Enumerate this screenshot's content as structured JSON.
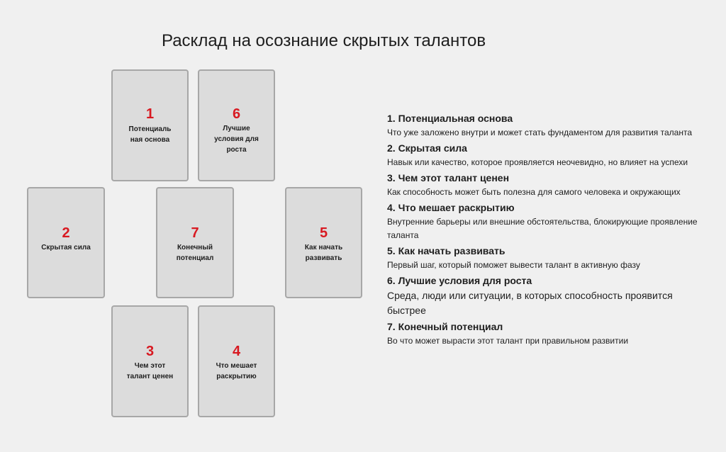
{
  "title": "Расклад на осознание скрытых талантов",
  "cards": {
    "c1": {
      "number": "1",
      "label": "Потенциаль\nная основа"
    },
    "c6": {
      "number": "6",
      "label": "Лучшие\nусловия для\nроста"
    },
    "c2": {
      "number": "2",
      "label": "Скрытая сила"
    },
    "c7": {
      "number": "7",
      "label": "Конечный\nпотенциал"
    },
    "c5": {
      "number": "5",
      "label": "Как начать\nразвивать"
    },
    "c3": {
      "number": "3",
      "label": "Чем этот\nталант ценен"
    },
    "c4": {
      "number": "4",
      "label": "Что мешает\nраскрытию"
    }
  },
  "legend": [
    {
      "title": "1. Потенциальная основа",
      "desc": "Что уже заложено внутри и может стать фундаментом для развития таланта"
    },
    {
      "title": "2. Скрытая сила",
      "desc": "Навык или качество, которое проявляется неочевидно, но влияет на успехи"
    },
    {
      "title": "3. Чем этот талант ценен",
      "desc": "Как способность может быть полезна для самого человека и окружающих"
    },
    {
      "title": "4. Что мешает раскрытию",
      "desc": "Внутренние барьеры или внешние обстоятельства, блокирующие проявление таланта"
    },
    {
      "title": "5. Как начать развивать",
      "desc": "Первый шаг, который поможет вывести талант в активную фазу"
    },
    {
      "title": "6. Лучшие условия для роста",
      "desc": "Среда, люди или ситуации, в которых способность проявится быстрее"
    },
    {
      "title": "7. Конечный потенциал",
      "desc": "Во что может вырасти этот талант при правильном развитии"
    }
  ]
}
